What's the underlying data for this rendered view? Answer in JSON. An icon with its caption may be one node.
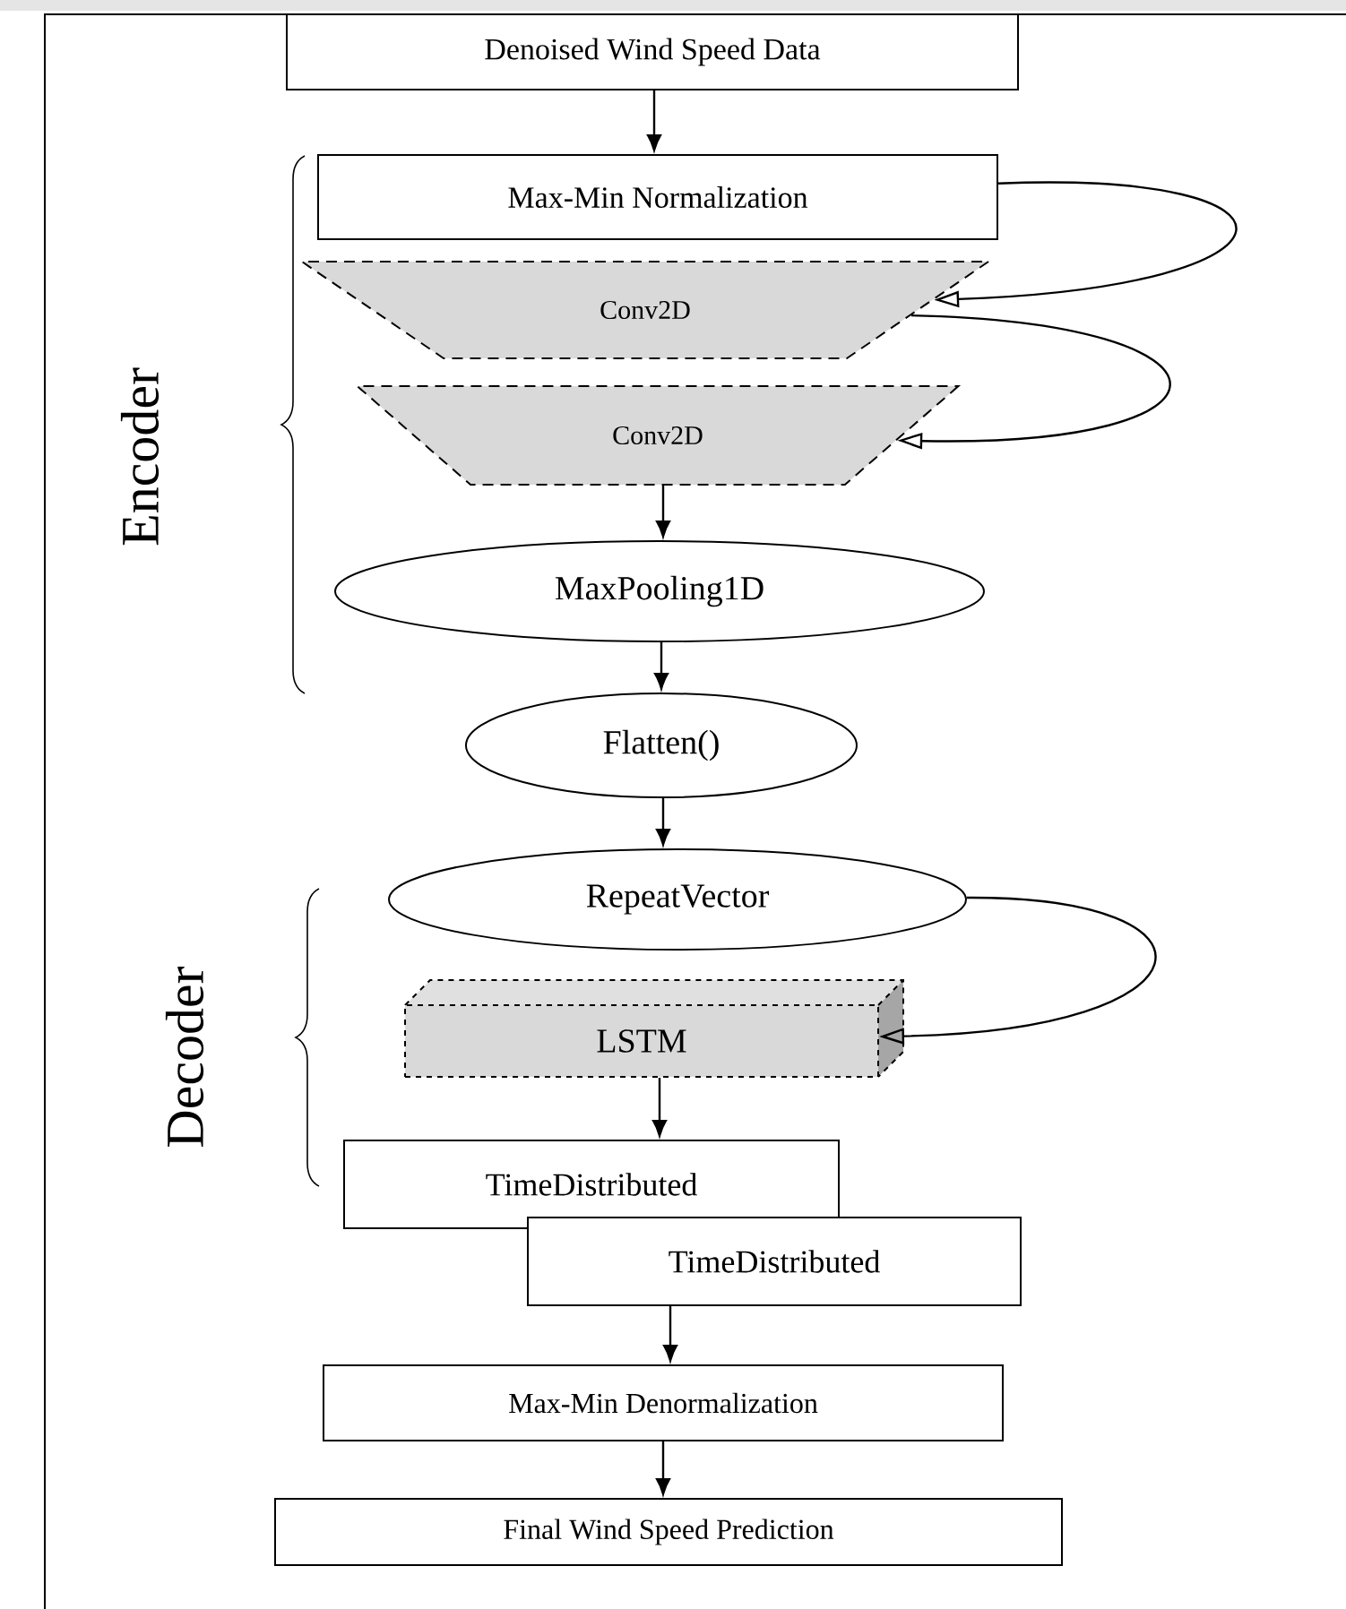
{
  "diagram": {
    "nodes": [
      {
        "text": [
          "Denoised Wind Speed Data"
        ]
      },
      {
        "text": [
          "Max-Min Normalization"
        ]
      },
      {
        "text": [
          "Conv2D"
        ]
      },
      {
        "text": [
          "Conv2D"
        ]
      },
      {
        "text": [
          "MaxPooling1D"
        ]
      },
      {
        "text": [
          "Flatten()"
        ]
      },
      {
        "text": [
          "RepeatVector"
        ]
      },
      {
        "text": [
          "LSTM"
        ]
      },
      {
        "text": [
          "TimeDistributed"
        ]
      },
      {
        "text": [
          "TimeDistributed"
        ]
      },
      {
        "text": [
          "Max-Min Denormalization"
        ]
      },
      {
        "text": [
          "Final Wind Speed Prediction"
        ]
      }
    ],
    "edges": [
      {
        "from": 0,
        "to": 1,
        "arrow": "to"
      },
      {
        "from": 1,
        "to": 2,
        "arrow": "to"
      },
      {
        "from": 2,
        "to": 3,
        "arrow": "to"
      },
      {
        "from": 3,
        "to": 4,
        "arrow": "to"
      },
      {
        "from": 4,
        "to": 5,
        "arrow": "to"
      },
      {
        "from": 5,
        "to": 6,
        "arrow": "to"
      },
      {
        "from": 6,
        "to": 7,
        "arrow": "to"
      },
      {
        "from": 7,
        "to": 8,
        "arrow": "to"
      },
      {
        "from": 9,
        "to": 10,
        "arrow": "to"
      },
      {
        "from": 10,
        "to": 11,
        "arrow": "to"
      }
    ],
    "labels": [
      "Encoder",
      "Decoder"
    ]
  }
}
